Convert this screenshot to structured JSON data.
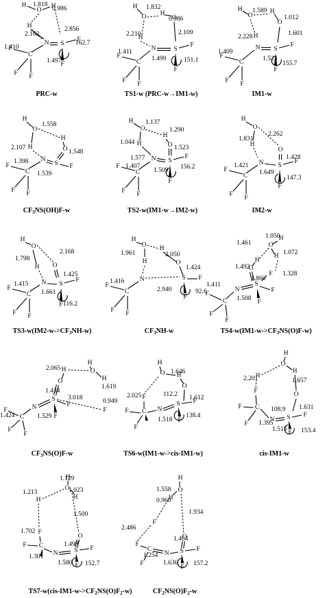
{
  "figure": {
    "panels": [
      {
        "id": "prc",
        "caption": "PRC-w",
        "values": [
          "1.818",
          "0.986",
          "2.856",
          "2.162",
          "1.410",
          "1.497",
          "162.7"
        ]
      },
      {
        "id": "ts1",
        "caption": "TS1-w (PRC-w→IM1-w)",
        "values": [
          "1.832",
          "0.986",
          "2.210",
          "2.109",
          "1.411",
          "1.499",
          "151.1"
        ]
      },
      {
        "id": "im1",
        "caption": "IM1-w",
        "values": [
          "1.589",
          "1.012",
          "2.228",
          "1.601",
          "1.409",
          "1.523",
          "155.7"
        ]
      },
      {
        "id": "cf3nsohf",
        "caption_parts": [
          "CF",
          "3",
          "NS(OH)F-w"
        ],
        "values": [
          "1.558",
          "2.107",
          "1.548",
          "1.398",
          "1.539"
        ]
      },
      {
        "id": "ts2",
        "caption": "TS2-w(IM1-w→IM2-w)",
        "values": [
          "1.137",
          "1.290",
          "1.044",
          "1.523",
          "1.577",
          "1.407",
          "1.509",
          "156.2"
        ]
      },
      {
        "id": "im2",
        "caption": "IM2-w",
        "values": [
          "2.262",
          "1.831",
          "1.428",
          "1.421",
          "1.649",
          "147.3"
        ]
      },
      {
        "id": "ts3",
        "caption_parts": [
          "TS3-w(IM2-w->CF",
          "3",
          "NH-w)"
        ],
        "values": [
          "2.168",
          "1.798",
          "1.425",
          "1.415",
          "1.661",
          "116.2"
        ]
      },
      {
        "id": "cf3nh",
        "caption_parts": [
          "CF",
          "3",
          "NH-w"
        ],
        "values": [
          "1.961",
          "2.050",
          "1.424",
          "1.416",
          "2.940",
          "92.6"
        ]
      },
      {
        "id": "ts4",
        "caption_parts": [
          "TS4-w(IM1-w->CF",
          "3",
          "NS(O)F-w)"
        ],
        "values": [
          "1.050",
          "1.461",
          "1.072",
          "1.492",
          "1.328",
          "1.860",
          "1.411",
          "1.508"
        ]
      },
      {
        "id": "cf3nsof",
        "caption_parts": [
          "CF",
          "3",
          "NS(O)F-w"
        ],
        "values": [
          "2.065",
          "1.619",
          "1.434",
          "3.018",
          "0.949",
          "1.424",
          "1.529"
        ]
      },
      {
        "id": "ts6",
        "caption": "TS6-w(IM1-w->cis-IM1-w)",
        "values": [
          "1.646",
          "2.025",
          "1.612",
          "112.2",
          "1.518",
          "138.4"
        ]
      },
      {
        "id": "cisim1",
        "caption": "cis-IM1-w",
        "values": [
          "1.657",
          "2.201",
          "1.631",
          "108.9",
          "1.395",
          "1.515",
          "153.4"
        ]
      },
      {
        "id": "ts7",
        "caption_parts": [
          "TS7-w(cis-IM1-w->CF",
          "2",
          "NS(O)F",
          "2",
          "-w)"
        ],
        "values": [
          "1.129",
          "1.023",
          "1.213",
          "1.500",
          "1.702",
          "1.498",
          "1.301",
          "1.580",
          "152.7"
        ]
      },
      {
        "id": "cf2nsof2",
        "caption_parts": [
          "CF",
          "2",
          "NS(O)F",
          "2",
          "-w"
        ],
        "values": [
          "1.558",
          "0.960",
          "1.934",
          "2.486",
          "1.464",
          "1.254",
          "1.636",
          "157.2"
        ]
      }
    ],
    "atom_labels": {
      "H": "H",
      "O": "O",
      "N": "N",
      "S": "S",
      "C": "C",
      "F": "F"
    }
  }
}
